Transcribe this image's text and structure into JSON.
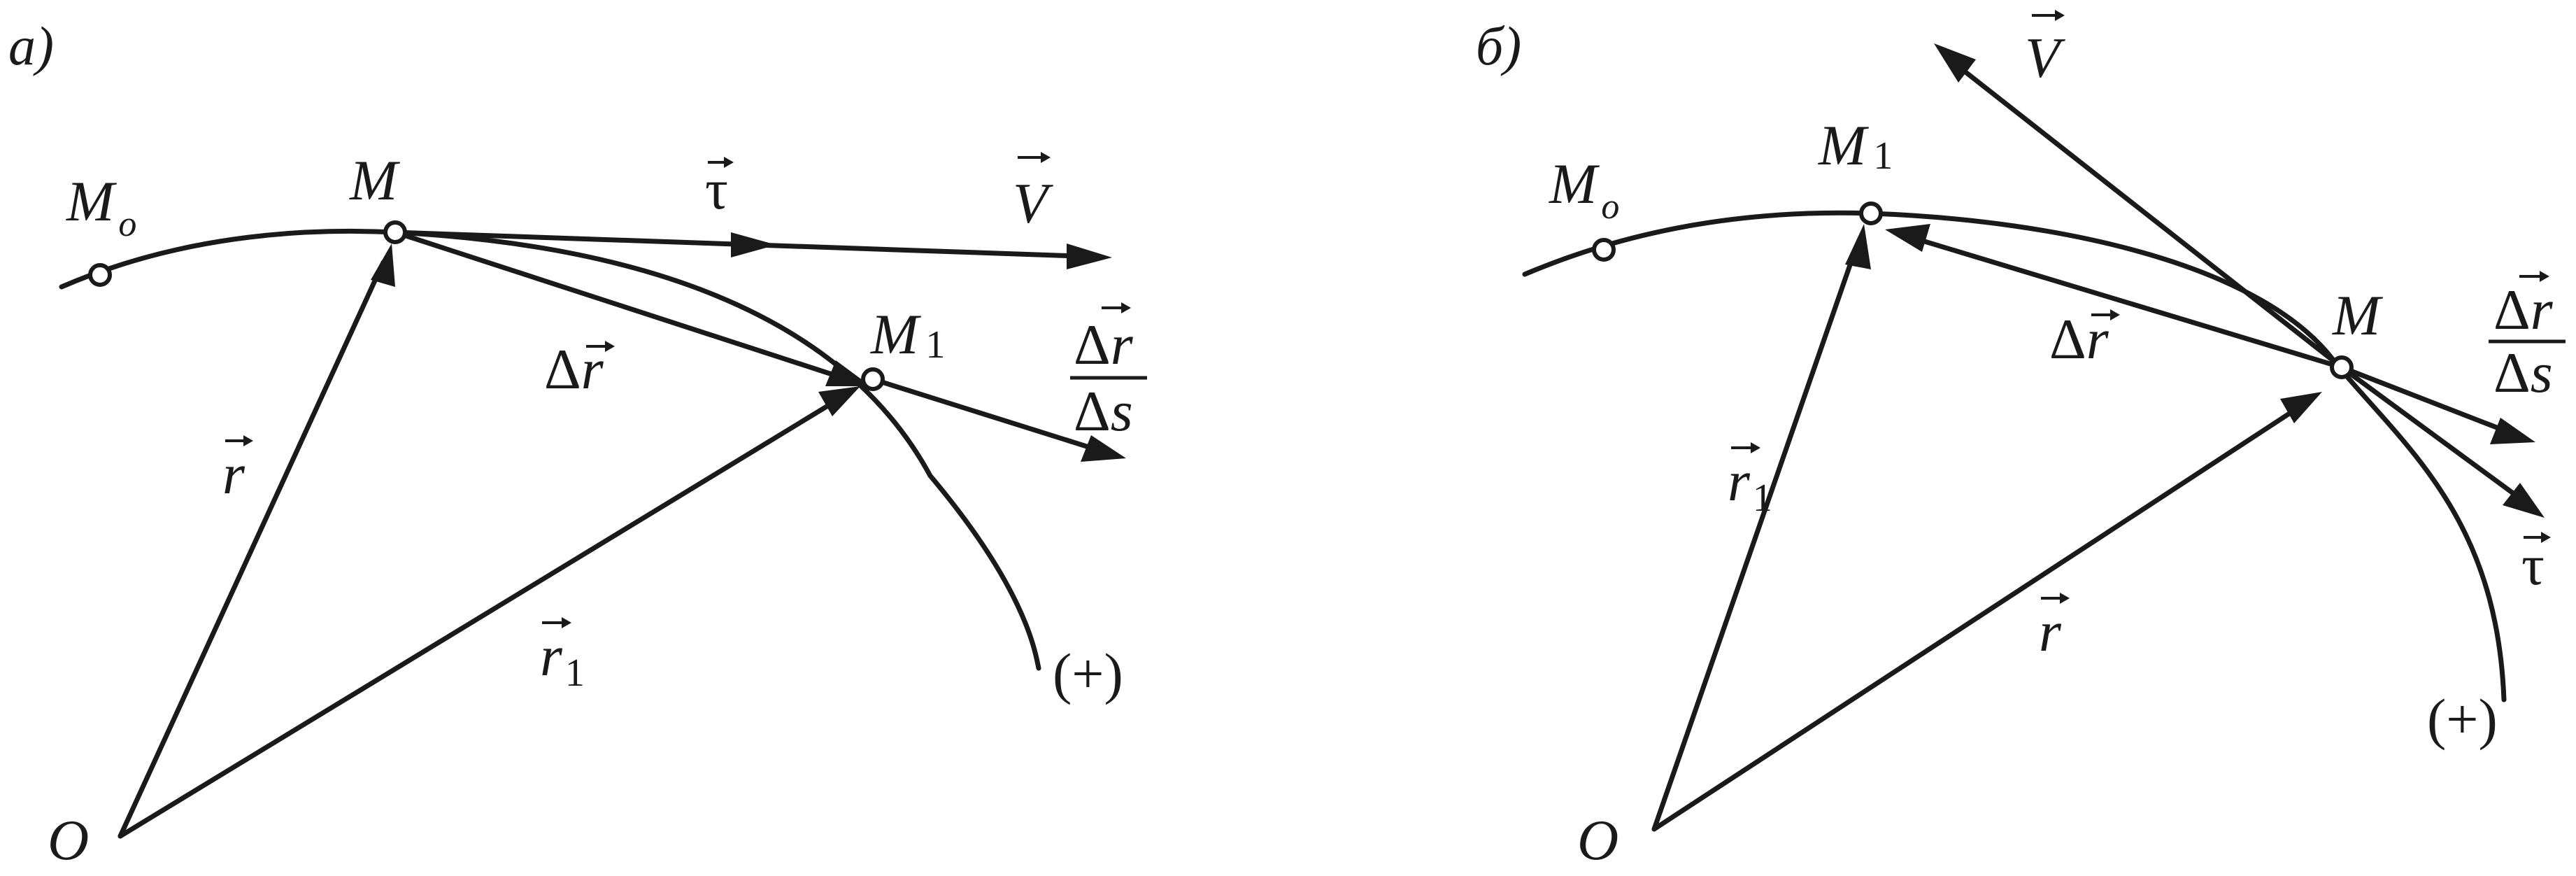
{
  "panels": [
    {
      "id": "a",
      "label": "a)",
      "points": {
        "Mo": "M",
        "Mo_sub": "o",
        "M": "M",
        "M1": "M",
        "M1_sub": "1",
        "O": "O"
      },
      "vectors": {
        "r": "r",
        "r1": "r",
        "r1_sub": "1",
        "dr_delta": "Δ",
        "dr": "r",
        "tau": "τ",
        "V": "V",
        "frac_num_delta": "Δ",
        "frac_num": "r",
        "frac_den": "Δs"
      },
      "plus": "(+)"
    },
    {
      "id": "b",
      "label": "б)",
      "points": {
        "Mo": "M",
        "Mo_sub": "o",
        "M": "M",
        "M1": "M",
        "M1_sub": "1",
        "O": "O"
      },
      "vectors": {
        "r": "r",
        "r1": "r",
        "r1_sub": "1",
        "dr_delta": "Δ",
        "dr": "r",
        "tau": "τ",
        "V": "V",
        "frac_num_delta": "Δ",
        "frac_num": "r",
        "frac_den": "Δs"
      },
      "plus": "(+)"
    }
  ]
}
